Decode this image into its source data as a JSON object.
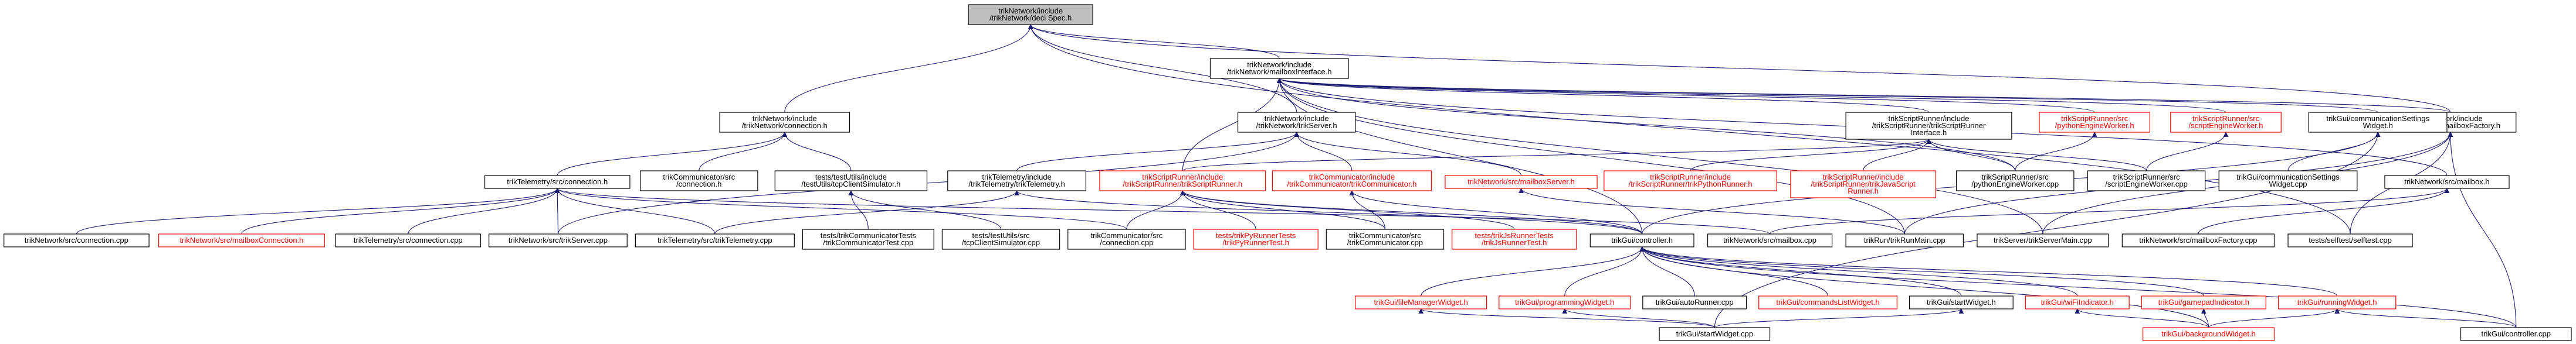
{
  "nodes": [
    {
      "id": "root",
      "lines": [
        "trikNetwork/include",
        "/trikNetwork/decl Spec.h"
      ],
      "style": "root"
    },
    {
      "id": "mbi",
      "lines": [
        "trikNetwork/include",
        "/trikNetwork/mailboxInterface.h"
      ],
      "style": "normal"
    },
    {
      "id": "conn_h",
      "lines": [
        "trikNetwork/include",
        "/trikNetwork/connection.h"
      ],
      "style": "normal"
    },
    {
      "id": "trikserver_h",
      "lines": [
        "trikNetwork/include",
        "/trikNetwork/trikServer.h"
      ],
      "style": "normal"
    },
    {
      "id": "mailboxfactory_h",
      "lines": [
        "trikNetwork/include",
        "/trikNetwork/mailboxFactory.h"
      ],
      "style": "normal"
    },
    {
      "id": "scriptrunneriface_h",
      "lines": [
        "trikScriptRunner/include",
        "/trikScriptRunner/trikScriptRunner",
        "Interface.h"
      ],
      "style": "normal"
    },
    {
      "id": "pythonengine_h",
      "lines": [
        "trikScriptRunner/src",
        "/pythonEngineWorker.h"
      ],
      "style": "red"
    },
    {
      "id": "scriptengine_h",
      "lines": [
        "trikScriptRunner/src",
        "/scriptEngineWorker.h"
      ],
      "style": "red"
    },
    {
      "id": "commsettings_h",
      "lines": [
        "trikGui/communicationSettings",
        "Widget.h"
      ],
      "style": "normal"
    },
    {
      "id": "tconn_h",
      "lines": [
        "trikTelemetry/src/connection.h"
      ],
      "style": "normal"
    },
    {
      "id": "comm_conn_h",
      "lines": [
        "trikCommunicator/src",
        "/connection.h"
      ],
      "style": "normal"
    },
    {
      "id": "tcpclientsim_h",
      "lines": [
        "tests/testUtils/include",
        "/testUtils/tcpClientSimulator.h"
      ],
      "style": "normal"
    },
    {
      "id": "telemetry_h",
      "lines": [
        "trikTelemetry/include",
        "/trikTelemetry/trikTelemetry.h"
      ],
      "style": "normal"
    },
    {
      "id": "scriptrunner_h",
      "lines": [
        "trikScriptRunner/include",
        "/trikScriptRunner/trikScriptRunner.h"
      ],
      "style": "red"
    },
    {
      "id": "communicator_h",
      "lines": [
        "trikCommunicator/include",
        "/trikCommunicator/trikCommunicator.h"
      ],
      "style": "red"
    },
    {
      "id": "mailboxserver_h",
      "lines": [
        "trikNetwork/src/mailboxServer.h"
      ],
      "style": "red"
    },
    {
      "id": "pyrunner_h",
      "lines": [
        "trikScriptRunner/include",
        "/trikScriptRunner/trikPythonRunner.h"
      ],
      "style": "red"
    },
    {
      "id": "jsrunner_h",
      "lines": [
        "trikScriptRunner/include",
        "/trikScriptRunner/trikJavaScript",
        "Runner.h"
      ],
      "style": "red"
    },
    {
      "id": "pythonengine_cpp",
      "lines": [
        "trikScriptRunner/src",
        "/pythonEngineWorker.cpp"
      ],
      "style": "normal"
    },
    {
      "id": "scriptengine_cpp",
      "lines": [
        "trikScriptRunner/src",
        "/scriptEngineWorker.cpp"
      ],
      "style": "normal"
    },
    {
      "id": "commsettings_cpp",
      "lines": [
        "trikGui/communicationSettings",
        "Widget.cpp"
      ],
      "style": "normal"
    },
    {
      "id": "mailbox_h",
      "lines": [
        "trikNetwork/src/mailbox.h"
      ],
      "style": "normal"
    },
    {
      "id": "conn_cpp",
      "lines": [
        "trikNetwork/src/connection.cpp"
      ],
      "style": "normal"
    },
    {
      "id": "mbconn_h",
      "lines": [
        "trikNetwork/src/mailboxConnection.h"
      ],
      "style": "red"
    },
    {
      "id": "tconn_cpp",
      "lines": [
        "trikTelemetry/src/connection.cpp"
      ],
      "style": "normal"
    },
    {
      "id": "trikserver_cpp",
      "lines": [
        "trikNetwork/src/trikServer.cpp"
      ],
      "style": "normal"
    },
    {
      "id": "telemetry_cpp",
      "lines": [
        "trikTelemetry/src/trikTelemetry.cpp"
      ],
      "style": "normal"
    },
    {
      "id": "commtest_cpp",
      "lines": [
        "tests/trikCommunicatorTests",
        "/trikCommunicatorTest.cpp"
      ],
      "style": "normal"
    },
    {
      "id": "tcpclientsim_cpp",
      "lines": [
        "tests/testUtils/src",
        "/tcpClientSimulator.cpp"
      ],
      "style": "normal"
    },
    {
      "id": "comm_conn_cpp",
      "lines": [
        "trikCommunicator/src",
        "/connection.cpp"
      ],
      "style": "normal"
    },
    {
      "id": "pyrunnertest_h",
      "lines": [
        "tests/trikPyRunnerTests",
        "/trikPyRunnerTest.h"
      ],
      "style": "red"
    },
    {
      "id": "communicator_cpp",
      "lines": [
        "trikCommunicator/src",
        "/trikCommunicator.cpp"
      ],
      "style": "normal"
    },
    {
      "id": "jsrunnertest_h",
      "lines": [
        "tests/trikJsRunnerTests",
        "/trikJsRunnerTest.h"
      ],
      "style": "red"
    },
    {
      "id": "controller_h",
      "lines": [
        "trikGui/controller.h"
      ],
      "style": "normal"
    },
    {
      "id": "mailbox_cpp",
      "lines": [
        "trikNetwork/src/mailbox.cpp"
      ],
      "style": "normal"
    },
    {
      "id": "trikrunmain_cpp",
      "lines": [
        "trikRun/trikRunMain.cpp"
      ],
      "style": "normal"
    },
    {
      "id": "trikservermain_cpp",
      "lines": [
        "trikServer/trikServerMain.cpp"
      ],
      "style": "normal"
    },
    {
      "id": "mailboxfactory_cpp",
      "lines": [
        "trikNetwork/src/mailboxFactory.cpp"
      ],
      "style": "normal"
    },
    {
      "id": "selftest_cpp",
      "lines": [
        "tests/selftest/selftest.cpp"
      ],
      "style": "normal"
    },
    {
      "id": "filemanager_h",
      "lines": [
        "trikGui/fileManagerWidget.h"
      ],
      "style": "red"
    },
    {
      "id": "programming_h",
      "lines": [
        "trikGui/programmingWidget.h"
      ],
      "style": "red"
    },
    {
      "id": "autorunner_cpp",
      "lines": [
        "trikGui/autoRunner.cpp"
      ],
      "style": "normal"
    },
    {
      "id": "commandslist_h",
      "lines": [
        "trikGui/commandsListWidget.h"
      ],
      "style": "red"
    },
    {
      "id": "startwidget_h",
      "lines": [
        "trikGui/startWidget.h"
      ],
      "style": "normal"
    },
    {
      "id": "wifiindicator_h",
      "lines": [
        "trikGui/wiFiIndicator.h"
      ],
      "style": "red"
    },
    {
      "id": "gamepadindicator_h",
      "lines": [
        "trikGui/gamepadIndicator.h"
      ],
      "style": "red"
    },
    {
      "id": "runningwidget_h",
      "lines": [
        "trikGui/runningWidget.h"
      ],
      "style": "red"
    },
    {
      "id": "startwidget_cpp",
      "lines": [
        "trikGui/startWidget.cpp"
      ],
      "style": "normal"
    },
    {
      "id": "backgroundwidget_h",
      "lines": [
        "trikGui/backgroundWidget.h"
      ],
      "style": "red"
    },
    {
      "id": "controller_cpp",
      "lines": [
        "trikGui/controller.cpp"
      ],
      "style": "normal"
    }
  ],
  "edges": [
    [
      "mbi",
      "root"
    ],
    [
      "conn_h",
      "root"
    ],
    [
      "trikserver_h",
      "root"
    ],
    [
      "mailboxfactory_h",
      "root"
    ],
    [
      "scriptrunneriface_h",
      "mbi"
    ],
    [
      "pythonengine_h",
      "mbi"
    ],
    [
      "scriptengine_h",
      "mbi"
    ],
    [
      "commsettings_h",
      "mbi"
    ],
    [
      "mailbox_h",
      "mbi"
    ],
    [
      "mailboxfactory_h",
      "mbi"
    ],
    [
      "scriptrunner_h",
      "mbi"
    ],
    [
      "pythonengine_cpp",
      "mbi"
    ],
    [
      "trikrunmain_cpp",
      "mbi"
    ],
    [
      "trikservermain_cpp",
      "mbi"
    ],
    [
      "controller_h",
      "mbi"
    ],
    [
      "selftest_cpp",
      "root"
    ],
    [
      "tconn_h",
      "conn_h"
    ],
    [
      "comm_conn_h",
      "conn_h"
    ],
    [
      "tcpclientsim_h",
      "conn_h"
    ],
    [
      "telemetry_h",
      "trikserver_h"
    ],
    [
      "communicator_h",
      "trikserver_h"
    ],
    [
      "mailboxserver_h",
      "trikserver_h"
    ],
    [
      "trikserver_cpp",
      "trikserver_h"
    ],
    [
      "scriptrunner_h",
      "scriptrunneriface_h"
    ],
    [
      "pyrunner_h",
      "scriptrunneriface_h"
    ],
    [
      "jsrunner_h",
      "scriptrunneriface_h"
    ],
    [
      "pythonengine_cpp",
      "scriptrunneriface_h"
    ],
    [
      "scriptengine_cpp",
      "scriptrunneriface_h"
    ],
    [
      "pythonengine_cpp",
      "pythonengine_h"
    ],
    [
      "scriptengine_cpp",
      "scriptengine_h"
    ],
    [
      "commsettings_cpp",
      "commsettings_h"
    ],
    [
      "controller_h",
      "commsettings_h"
    ],
    [
      "tconn_cpp",
      "tconn_h"
    ],
    [
      "conn_cpp",
      "tconn_h"
    ],
    [
      "mbconn_h",
      "tconn_h"
    ],
    [
      "trikserver_cpp",
      "tconn_h"
    ],
    [
      "telemetry_cpp",
      "tconn_h"
    ],
    [
      "comm_conn_cpp",
      "tconn_h"
    ],
    [
      "mailbox_cpp",
      "tconn_h"
    ],
    [
      "commtest_cpp",
      "tcpclientsim_h"
    ],
    [
      "tcpclientsim_cpp",
      "tcpclientsim_h"
    ],
    [
      "telemetry_cpp",
      "telemetry_h"
    ],
    [
      "controller_h",
      "telemetry_h"
    ],
    [
      "comm_conn_cpp",
      "scriptrunner_h"
    ],
    [
      "pyrunnertest_h",
      "scriptrunner_h"
    ],
    [
      "communicator_cpp",
      "scriptrunner_h"
    ],
    [
      "jsrunnertest_h",
      "scriptrunner_h"
    ],
    [
      "controller_h",
      "scriptrunner_h"
    ],
    [
      "communicator_cpp",
      "communicator_h"
    ],
    [
      "controller_h",
      "communicator_h"
    ],
    [
      "trikrunmain_cpp",
      "mailboxserver_h"
    ],
    [
      "mailbox_cpp",
      "mailbox_h"
    ],
    [
      "mailboxfactory_cpp",
      "mailbox_h"
    ],
    [
      "trikrunmain_cpp",
      "mailboxfactory_h"
    ],
    [
      "trikservermain_cpp",
      "mailboxfactory_h"
    ],
    [
      "selftest_cpp",
      "mailboxfactory_h"
    ],
    [
      "controller_cpp",
      "mailboxfactory_h"
    ],
    [
      "filemanager_h",
      "controller_h"
    ],
    [
      "programming_h",
      "controller_h"
    ],
    [
      "autorunner_cpp",
      "controller_h"
    ],
    [
      "commandslist_h",
      "controller_h"
    ],
    [
      "startwidget_h",
      "controller_h"
    ],
    [
      "wifiindicator_h",
      "controller_h"
    ],
    [
      "gamepadindicator_h",
      "controller_h"
    ],
    [
      "runningwidget_h",
      "controller_h"
    ],
    [
      "backgroundwidget_h",
      "controller_h"
    ],
    [
      "controller_cpp",
      "controller_h"
    ],
    [
      "startwidget_cpp",
      "filemanager_h"
    ],
    [
      "startwidget_cpp",
      "programming_h"
    ],
    [
      "startwidget_cpp",
      "startwidget_h"
    ],
    [
      "backgroundwidget_h",
      "wifiindicator_h"
    ],
    [
      "backgroundwidget_h",
      "gamepadindicator_h"
    ],
    [
      "backgroundwidget_h",
      "runningwidget_h"
    ],
    [
      "controller_cpp",
      "runningwidget_h"
    ],
    [
      "startwidget_cpp",
      "commsettings_h"
    ]
  ]
}
